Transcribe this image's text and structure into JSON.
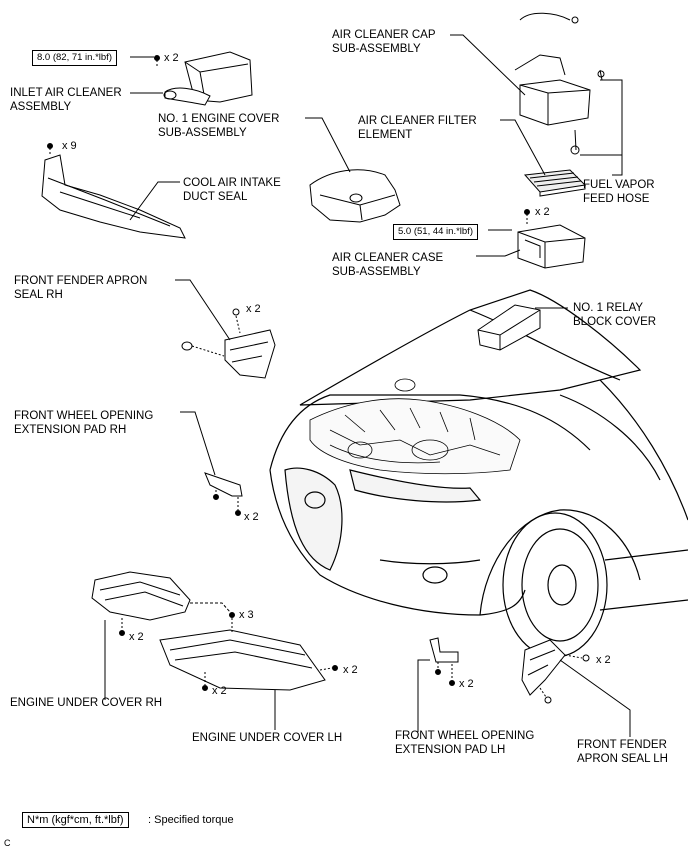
{
  "labels": {
    "inlet_air_cleaner": "INLET AIR CLEANER\nASSEMBLY",
    "engine_cover": "NO. 1 ENGINE COVER\nSUB-ASSEMBLY",
    "air_cleaner_cap": "AIR CLEANER CAP\nSUB-ASSEMBLY",
    "air_cleaner_filter": "AIR CLEANER FILTER\nELEMENT",
    "cool_air_intake": "COOL AIR INTAKE\nDUCT SEAL",
    "fuel_vapor": "FUEL VAPOR\nFEED HOSE",
    "air_cleaner_case": "AIR CLEANER CASE\nSUB-ASSEMBLY",
    "front_fender_apron_rh": "FRONT FENDER APRON\nSEAL RH",
    "relay_block_cover": "NO. 1 RELAY\nBLOCK COVER",
    "front_wheel_pad_rh": "FRONT WHEEL OPENING\nEXTENSION PAD RH",
    "engine_under_cover_rh": "ENGINE UNDER COVER RH",
    "engine_under_cover_lh": "ENGINE UNDER COVER LH",
    "front_wheel_pad_lh": "FRONT WHEEL OPENING\nEXTENSION PAD LH",
    "front_fender_apron_lh": "FRONT FENDER\nAPRON SEAL LH"
  },
  "torques": {
    "t1": "8.0 (82, 71 in.*lbf)",
    "t2": "5.0 (51, 44 in.*lbf)"
  },
  "counts": {
    "c_inlet": "x 2",
    "c_duct": "x 9",
    "c_case": "x 2",
    "c_apron_rh": "x 2",
    "c_pad_rh": "x 2",
    "c_under_mid": "x 3",
    "c_under_rh": "x 2",
    "c_under_lh_right": "x 2",
    "c_under_lh_left": "x 2",
    "c_pad_lh": "x 2",
    "c_apron_lh": "x 2"
  },
  "legend": {
    "box": "N*m (kgf*cm, ft.*lbf)",
    "text": ": Specified torque"
  },
  "corner_mark": "C"
}
